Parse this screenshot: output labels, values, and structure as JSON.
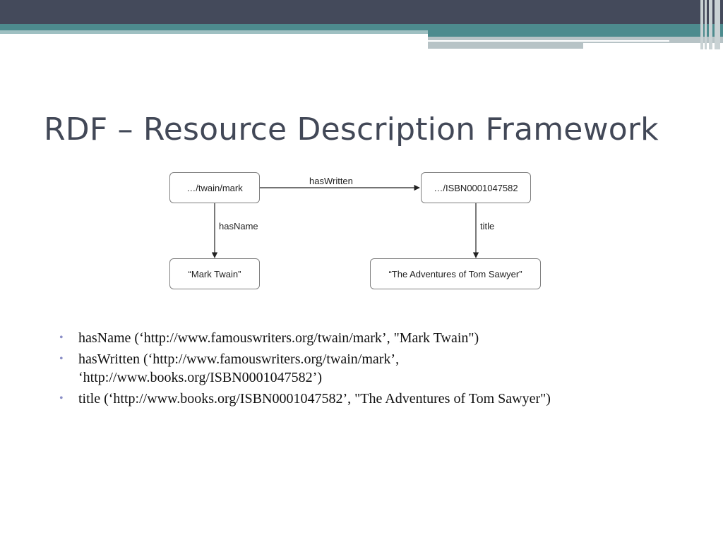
{
  "slide": {
    "title": "RDF – Resource Description Framework"
  },
  "diagram": {
    "nodes": {
      "subject": "…/twain/mark",
      "object": "…/ISBN0001047582",
      "name_literal": "“Mark Twain”",
      "title_literal": "“The Adventures of Tom Sawyer”"
    },
    "edges": {
      "has_written": "hasWritten",
      "has_name": "hasName",
      "title": "title"
    }
  },
  "bullets": [
    {
      "text": "hasName (‘http://www.famouswriters.org/twain/mark’, \"Mark Twain\")"
    },
    {
      "line1": "hasWritten (‘http://www.famouswriters.org/twain/mark’,",
      "line2": "‘http://www.books.org/ISBN0001047582’)"
    },
    {
      "text": "title (‘http://www.books.org/ISBN0001047582’, \"The Adventures of Tom Sawyer\")"
    }
  ],
  "colors": {
    "header_dark": "#444a5b",
    "header_teal": "#4d8b8e",
    "title_text": "#424857",
    "bullet_marker": "#8b8fc7"
  }
}
